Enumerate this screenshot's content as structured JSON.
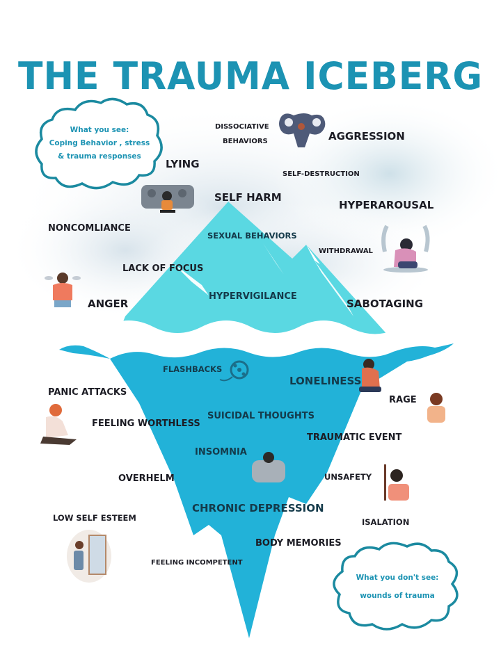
{
  "title": "THE TRAUMA ICEBERG",
  "colors": {
    "title": "#1c93b3",
    "iceberg_top": "#5ad8e2",
    "iceberg_bottom": "#22b2d8",
    "cloud_outline": "#1b8aa0",
    "text": "#1c1c24",
    "sky": "#dfe8ee"
  },
  "clouds": {
    "top": {
      "line1": "What you see:",
      "line2": "Coping Behavior , stress",
      "line3": "& trauma responses"
    },
    "bottom": {
      "line1": "What you don't see:",
      "line2": "wounds of trauma"
    }
  },
  "above_water": {
    "dissociative_1": "DISSOCIATIVE",
    "dissociative_2": "BEHAVIORS",
    "aggression": "AGGRESSION",
    "lying": "LYING",
    "self_destruction": "SELF-DESTRUCTION",
    "self_harm": "SELF HARM",
    "hyperarousal": "HYPERAROUSAL",
    "noncompliance": "NONCOMLIANCE",
    "sexual_behaviors": "SEXUAL BEHAVIORS",
    "withdrawal": "WITHDRAWAL",
    "lack_of_focus": "LACK OF FOCUS",
    "anger": "ANGER",
    "hypervigilance": "HYPERVIGILANCE",
    "sabotaging": "SABOTAGING"
  },
  "below_water": {
    "flashbacks": "FLASHBACKS",
    "loneliness": "LONELINESS",
    "panic_attacks": "PANIC ATTACKS",
    "rage": "RAGE",
    "suicidal_thoughts": "SUICIDAL THOUGHTS",
    "feeling_worthless": "FEELING WORTHLESS",
    "traumatic_event": "TRAUMATIC EVENT",
    "insomnia": "INSOMNIA",
    "overhelm": "OVERHELM",
    "unsafety": "UNSAFETY",
    "chronic_depression": "CHRONIC DEPRESSION",
    "low_self_esteem": "LOW SELF ESTEEM",
    "isalation": "ISALATION",
    "body_memories": "BODY MEMORIES",
    "feeling_incompetent": "FEELING INCOMPETENT"
  }
}
